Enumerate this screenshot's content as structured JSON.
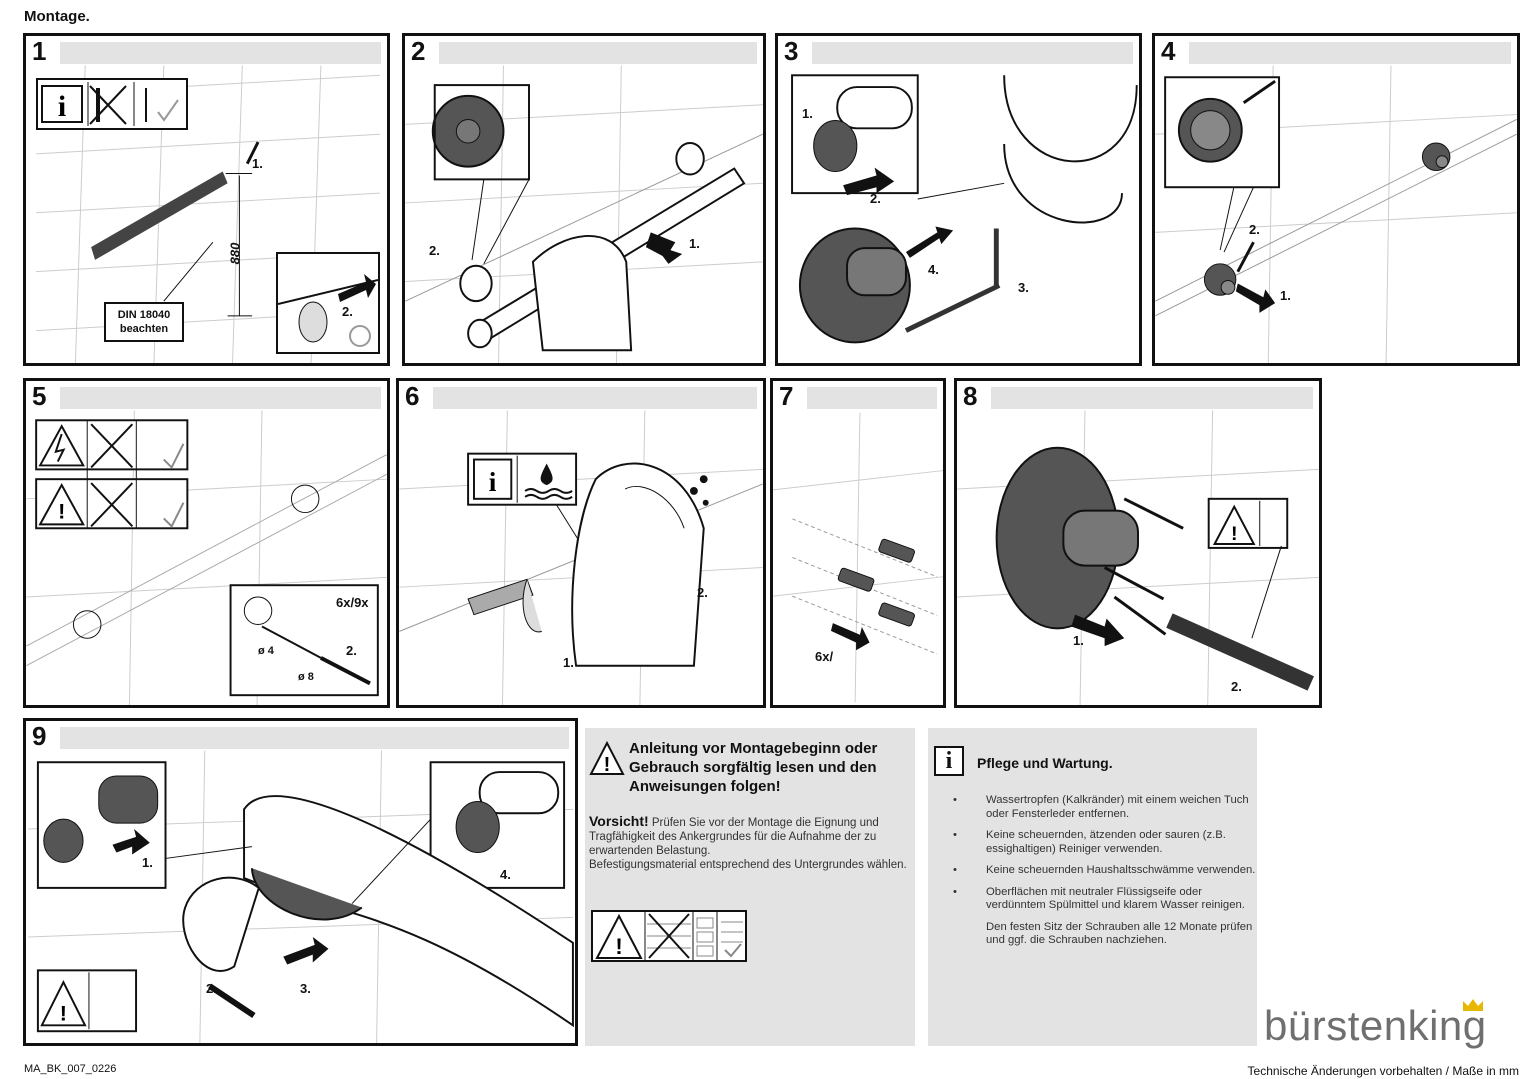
{
  "page_title": "Montage.",
  "panels": [
    {
      "num": "1",
      "labels": {
        "step1": "1.",
        "step2": "2.",
        "height": "880",
        "din": "DIN 18040\nbeachten"
      }
    },
    {
      "num": "2",
      "labels": {
        "step1": "1.",
        "step2": "2."
      }
    },
    {
      "num": "3",
      "labels": {
        "step1": "1.",
        "step2": "2.",
        "step3": "3.",
        "step4": "4."
      }
    },
    {
      "num": "4",
      "labels": {
        "step1": "1.",
        "step2": "2."
      }
    },
    {
      "num": "5",
      "labels": {
        "count": "6x/9x",
        "d4": "ø 4",
        "d8": "ø 8",
        "step2": "2."
      }
    },
    {
      "num": "6",
      "labels": {
        "step1": "1.",
        "step2": "2."
      }
    },
    {
      "num": "7",
      "labels": {
        "count": "6x/"
      }
    },
    {
      "num": "8",
      "labels": {
        "step1": "1.",
        "step2": "2."
      }
    },
    {
      "num": "9",
      "labels": {
        "step1": "1.",
        "step2": "2.",
        "step3": "3.",
        "step4": "4."
      }
    }
  ],
  "warning": {
    "heading": "Anleitung vor Montagebeginn oder Gebrauch sorgfältig lesen und den Anweisungen folgen!",
    "caution_label": "Vorsicht!",
    "caution_text": "Prüfen Sie vor der Montage die Eignung und Tragfähigkeit des Ankergrundes für die Aufnahme der zu erwartenden Belastung.",
    "fastening_text": "Befestigungsmaterial entsprechend des Untergrundes wählen."
  },
  "care": {
    "heading": "Pflege und Wartung.",
    "bullet": "•",
    "items": [
      "Wassertropfen (Kalkränder) mit einem weichen Tuch oder Fensterleder entfernen.",
      "Keine scheuernden, ätzenden oder sauren (z.B. essighaltigen) Reiniger verwenden.",
      "Keine scheuernden Haushaltsschwämme verwenden.",
      "Oberflächen mit neutraler Flüssigseife oder verdünntem Spülmittel und klarem Wasser reinigen."
    ],
    "note": "Den festen Sitz der Schrauben alle 12 Monate prüfen und ggf. die Schrauben nachziehen."
  },
  "brand": "bürstenking",
  "footer": {
    "doc_code": "MA_BK_007_0226",
    "disclaimer": "Technische Änderungen vorbehalten / Maße in mm"
  },
  "colors": {
    "header_bar": "#e3e3e3",
    "ink": "#111111",
    "info_bg": "#e3e3e3",
    "crown": "#e8b800",
    "brand_grey": "#6f6f6f"
  }
}
